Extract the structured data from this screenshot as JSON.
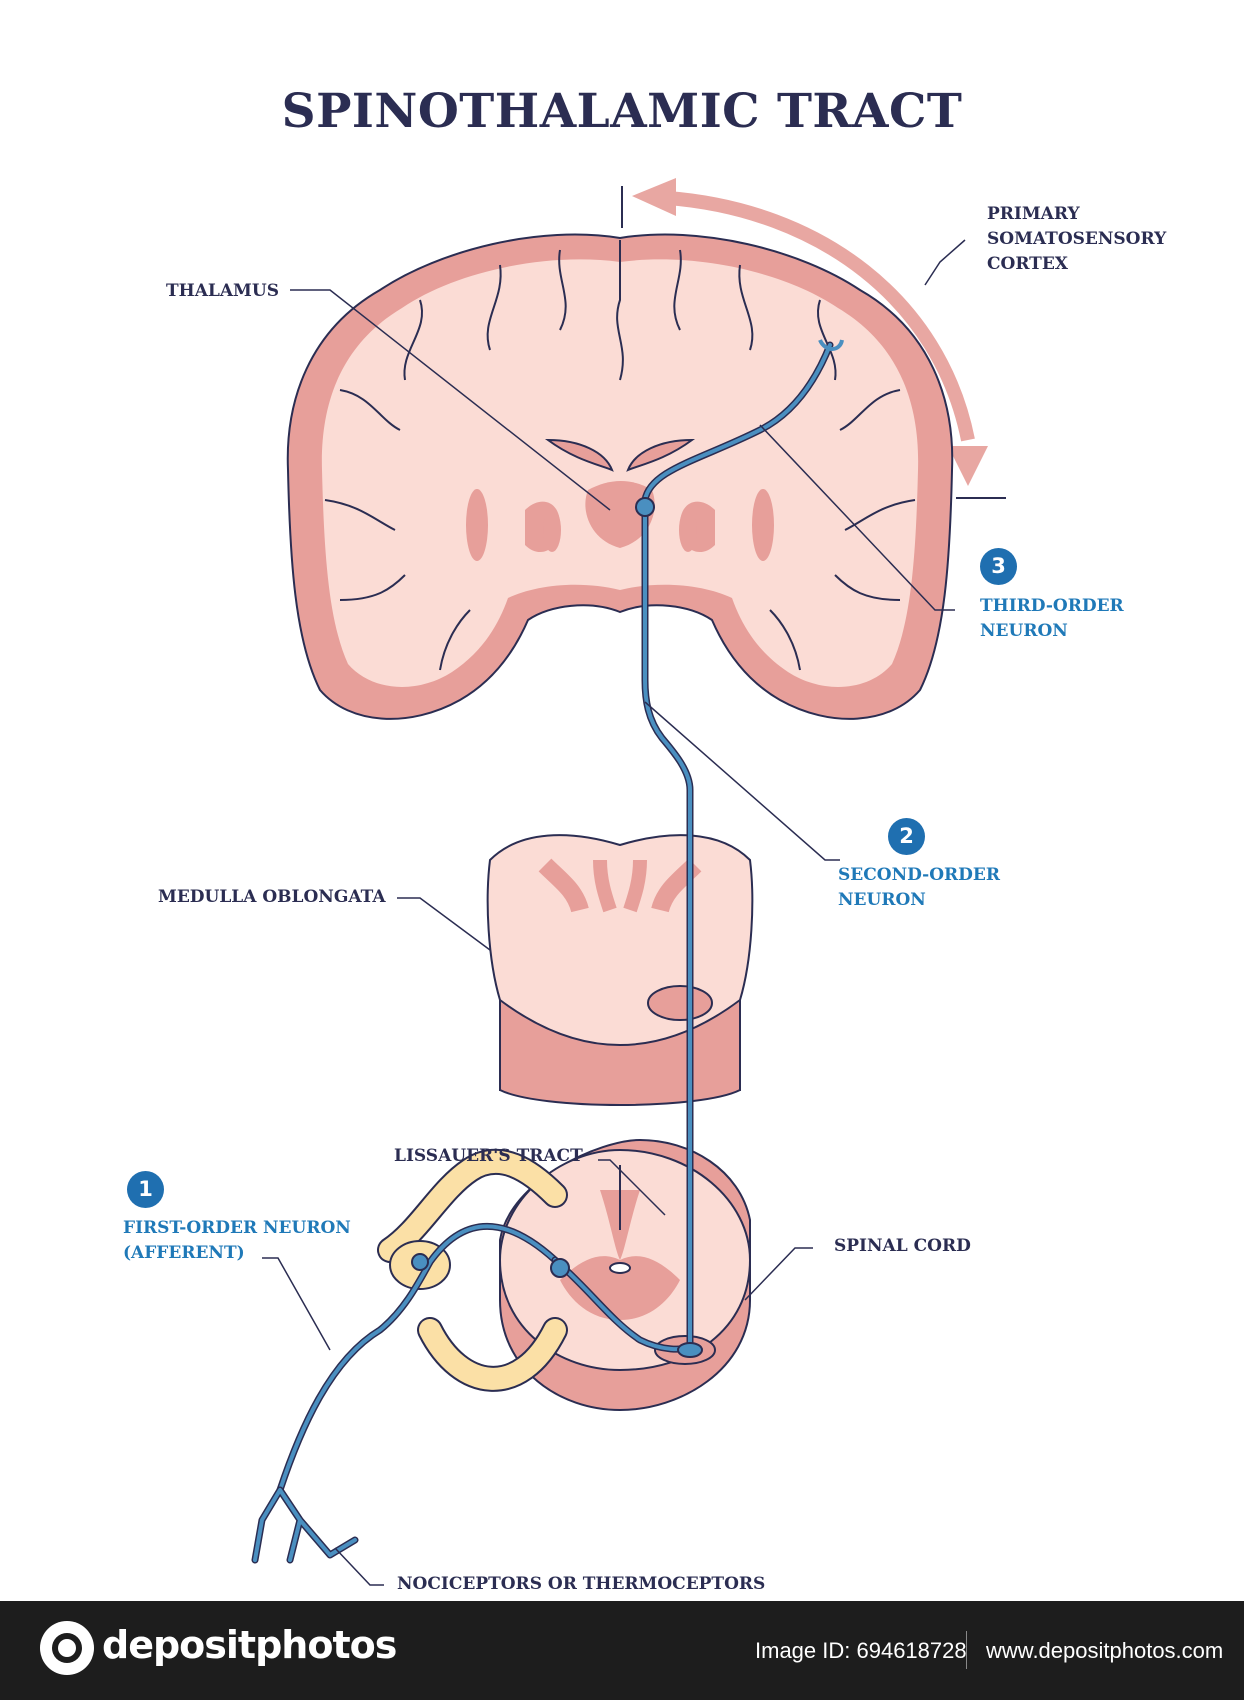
{
  "title": "SPINOTHALAMIC TRACT",
  "labels": {
    "primary_cortex_1": "PRIMARY",
    "primary_cortex_2": "SOMATOSENSORY",
    "primary_cortex_3": "CORTEX",
    "thalamus": "THALAMUS",
    "third_order_1": "THIRD-ORDER",
    "third_order_2": "NEURON",
    "second_order_1": "SECOND-ORDER",
    "second_order_2": "NEURON",
    "medulla": "MEDULLA OBLONGATA",
    "lissauer": "LISSAUER'S TRACT",
    "spinal_cord": "SPINAL CORD",
    "first_order_1": "FIRST-ORDER NEURON",
    "first_order_2": "(AFFERENT)",
    "receptors": "NOCICEPTORS OR THERMOCEPTORS"
  },
  "badges": {
    "first": "1",
    "second": "2",
    "third": "3"
  },
  "colors": {
    "title": "#2b2d52",
    "neuron_blue": "#4a8fc0",
    "label_blue": "#1f79b8",
    "brain_dark": "#e79f9a",
    "brain_light": "#fbdcd5",
    "nerve_yellow": "#fbe0a6"
  },
  "footer": {
    "brand": "depositphotos",
    "image_id": "Image ID: 694618728",
    "site": "www.depositphotos.com"
  }
}
